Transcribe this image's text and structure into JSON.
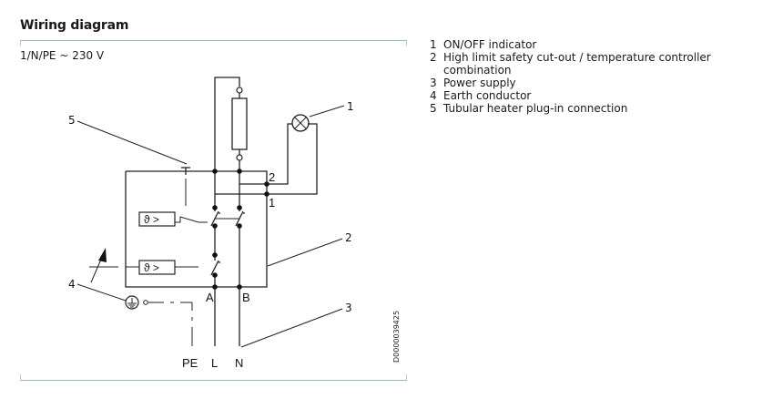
{
  "title": "Wiring diagram",
  "supply_label": "1/N/PE ~ 230 V",
  "legend": [
    {
      "num": "1",
      "text": "ON/OFF indicator"
    },
    {
      "num": "2",
      "text": "High limit safety cut-out / temperature controller combination"
    },
    {
      "num": "3",
      "text": "Power supply"
    },
    {
      "num": "4",
      "text": "Earth conductor"
    },
    {
      "num": "5",
      "text": "Tubular heater plug-in connection"
    }
  ],
  "diagram": {
    "callouts": {
      "c1": "1",
      "c2": "2",
      "c3": "3",
      "c4": "4",
      "c5": "5"
    },
    "terminal_labels": {
      "t1": "1",
      "t2": "2",
      "A": "A",
      "B": "B"
    },
    "conductor_labels": {
      "pe": "PE",
      "l": "L",
      "n": "N"
    },
    "controller_symbol": "ϑ >",
    "document_id": "D0000039425"
  }
}
